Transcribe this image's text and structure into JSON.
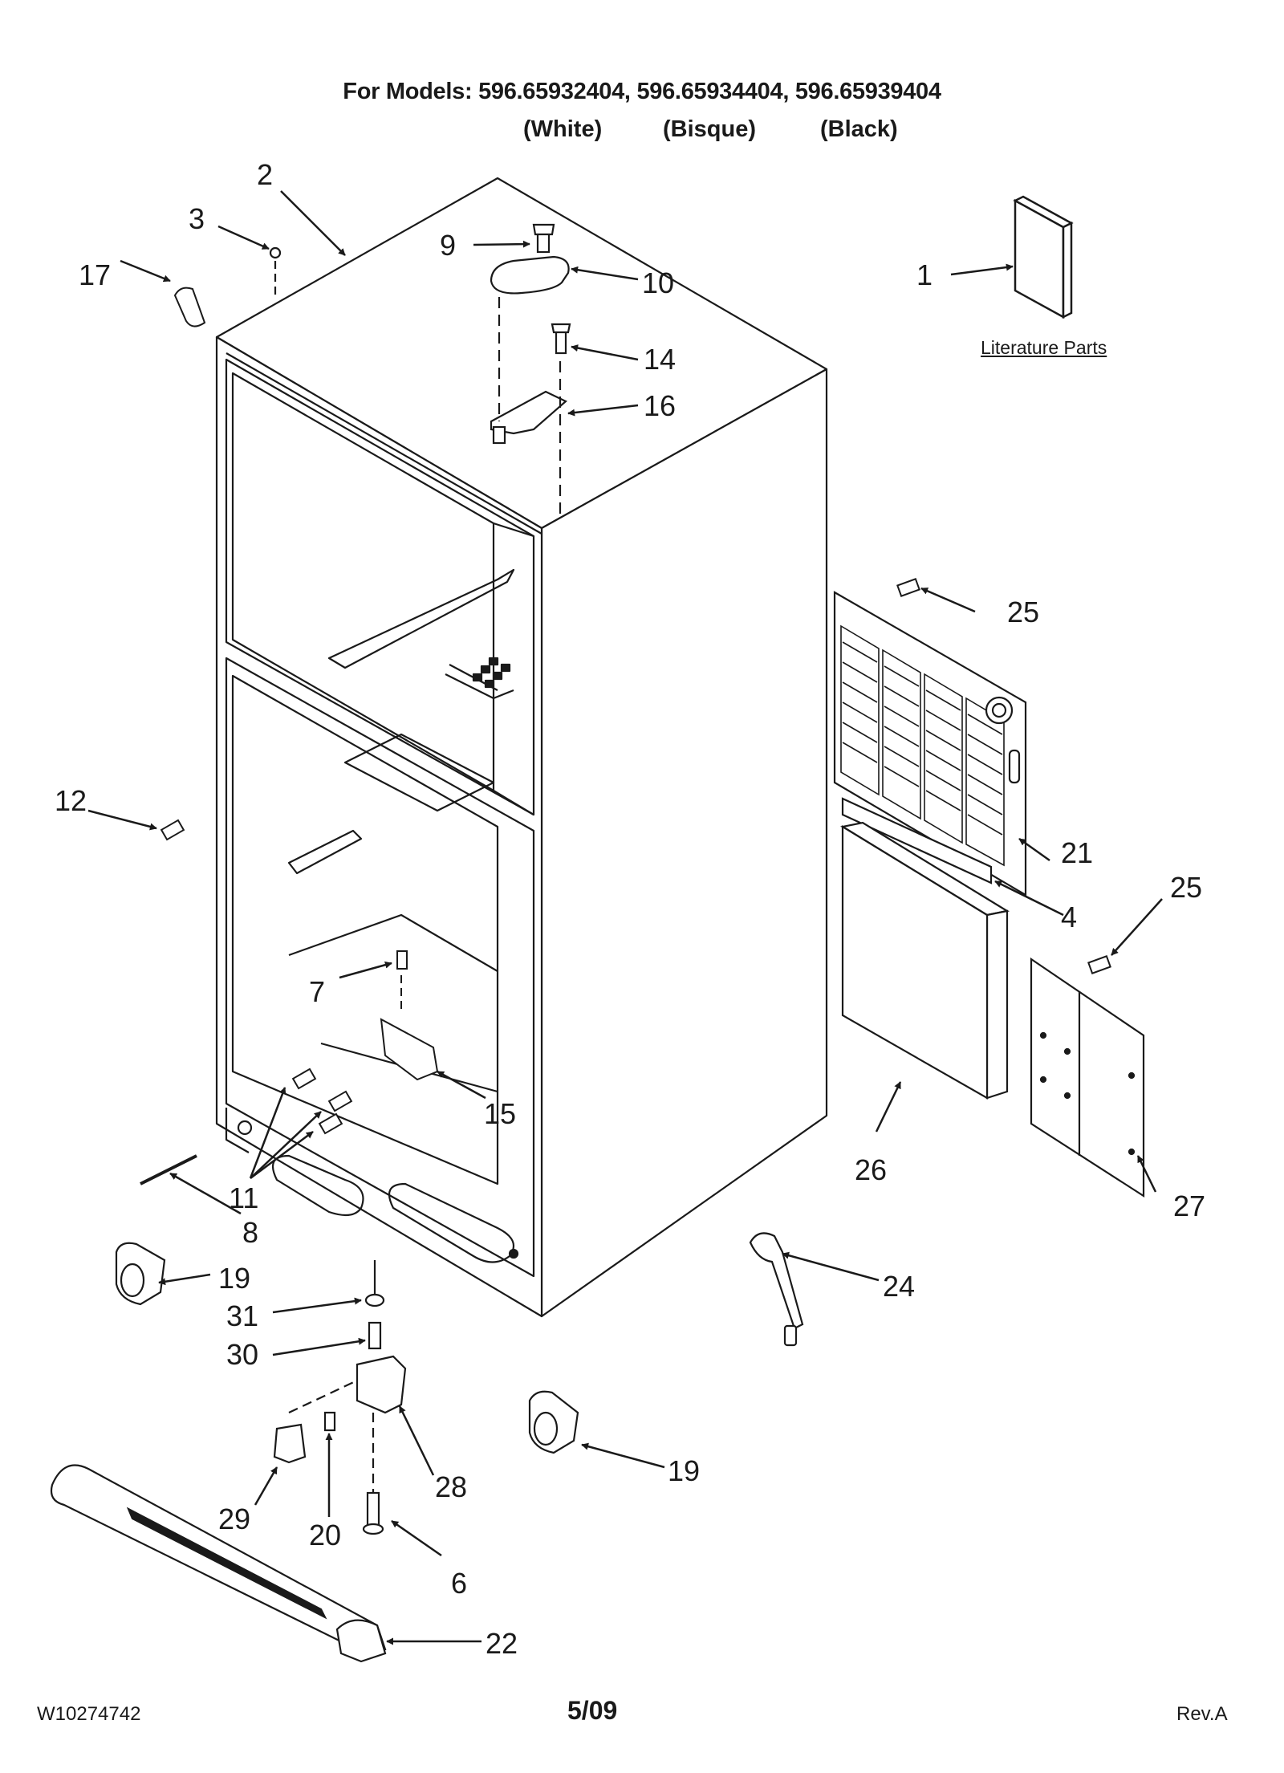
{
  "header": {
    "title": "For Models: 596.65932404, 596.65934404, 596.65939404",
    "colors": [
      "(White)",
      "(Bisque)",
      "(Black)"
    ]
  },
  "literature_label": "Literature Parts",
  "callouts": [
    "1",
    "2",
    "3",
    "4",
    "6",
    "7",
    "8",
    "9",
    "10",
    "11",
    "12",
    "14",
    "15",
    "16",
    "17",
    "19",
    "19",
    "20",
    "21",
    "22",
    "24",
    "25",
    "25",
    "26",
    "27",
    "28",
    "29",
    "30",
    "31"
  ],
  "footer": {
    "doc_number": "W10274742",
    "date": "5/09",
    "revision": "Rev.A"
  }
}
